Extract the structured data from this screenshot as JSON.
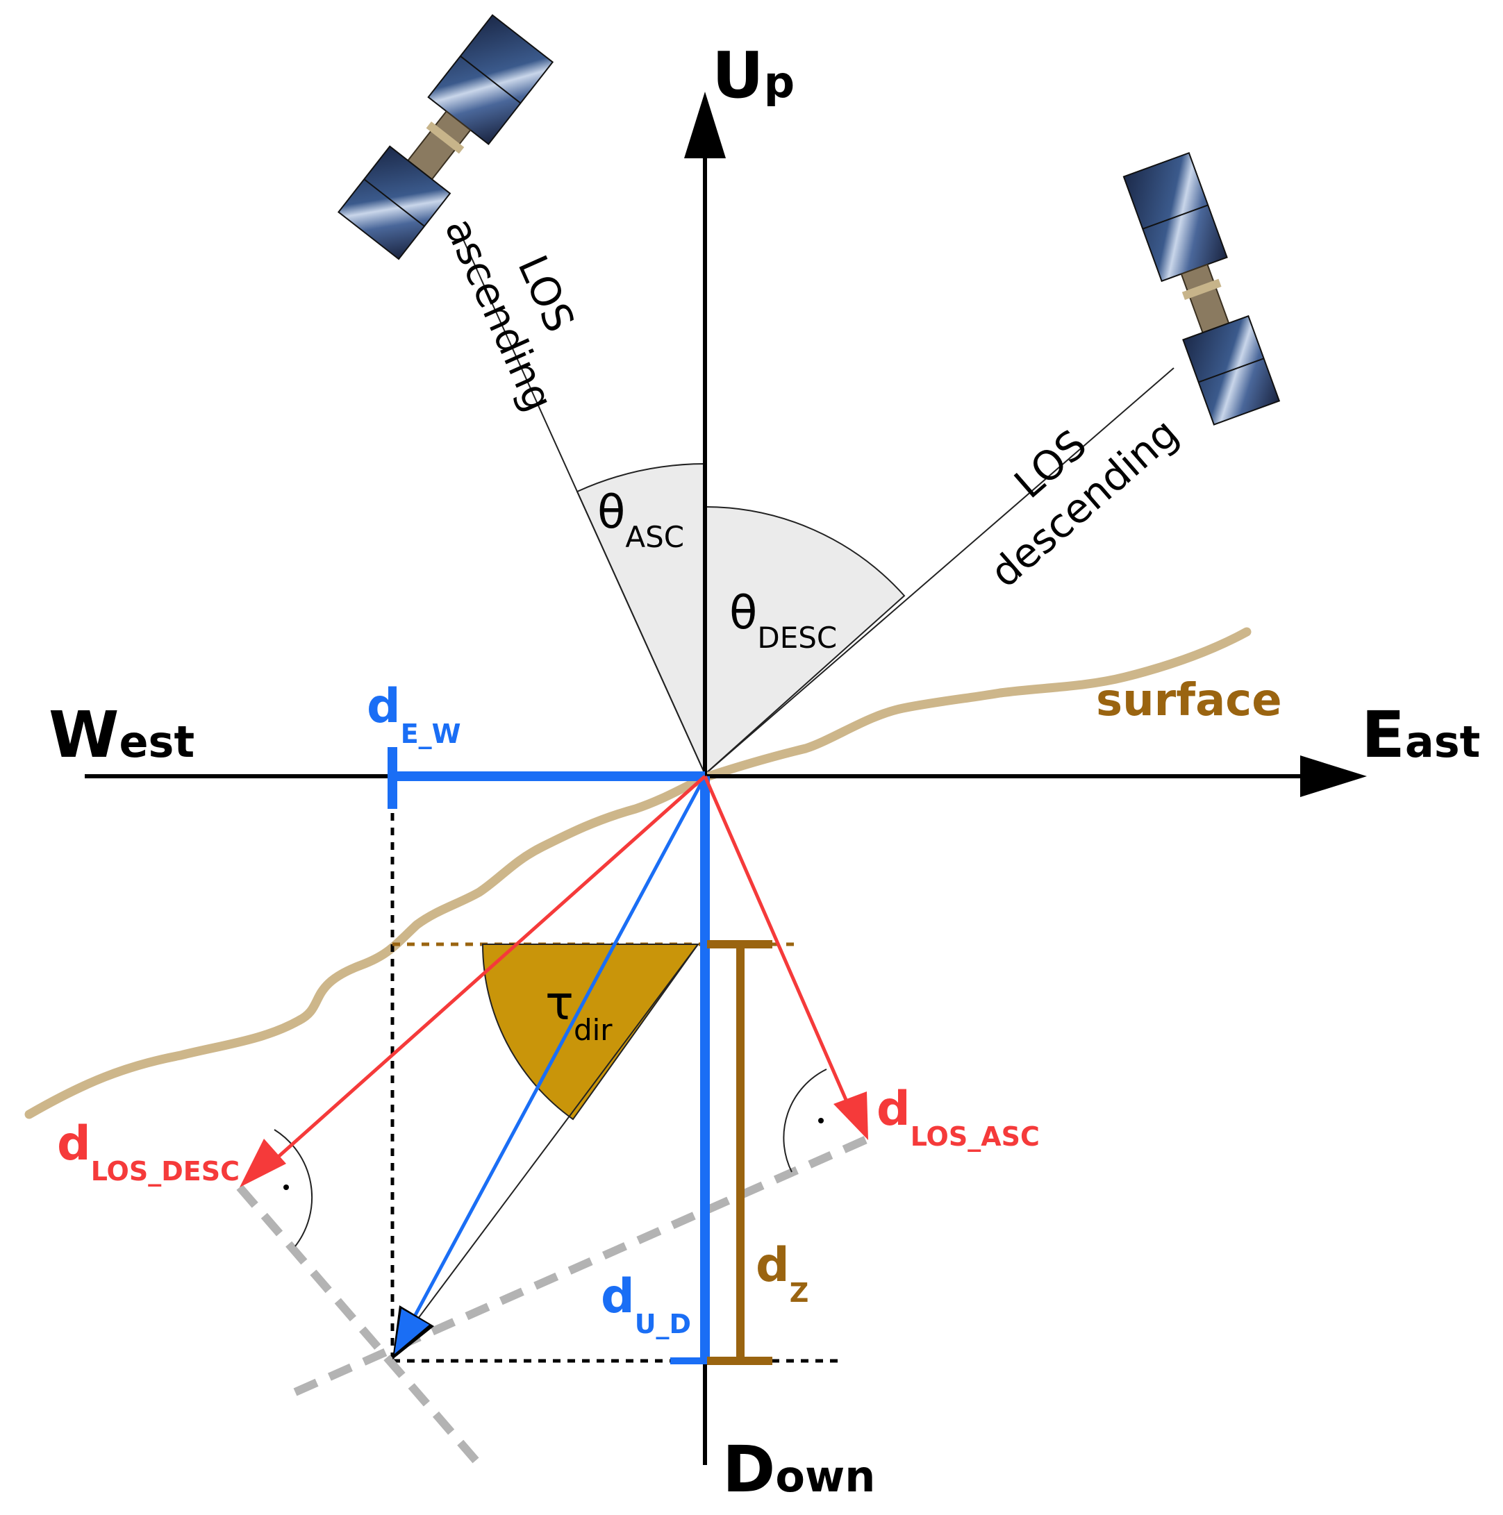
{
  "axes": {
    "up": {
      "big": "U",
      "small": "p"
    },
    "down": {
      "big": "D",
      "small": "own"
    },
    "west": {
      "big": "W",
      "small": "est"
    },
    "east": {
      "big": "E",
      "small": "ast"
    }
  },
  "los": {
    "asc_line1": "LOS",
    "asc_line2": "ascending",
    "desc_line1": "LOS",
    "desc_line2": "descending"
  },
  "angles": {
    "theta_asc": {
      "symbol": "θ",
      "sub": "ASC"
    },
    "theta_desc": {
      "symbol": "θ",
      "sub": "DESC"
    },
    "tau": {
      "symbol": "τ",
      "sub": "dir"
    }
  },
  "labels": {
    "surface": "surface",
    "d_ew": {
      "main": "d",
      "sub": "E_W"
    },
    "d_ud": {
      "main": "d",
      "sub": "U_D"
    },
    "d_z": {
      "main": "d",
      "sub": "Z"
    },
    "d_los_asc": {
      "main": "d",
      "sub": "LOS_ASC"
    },
    "d_los_desc": {
      "main": "d",
      "sub": "LOS_DESC"
    }
  },
  "colors": {
    "blue": "#1a6ef5",
    "red": "#f53a3a",
    "brown": "#9a6410",
    "surface": "#cdb68a",
    "tau_fill": "#c9950a",
    "gray": "#b3b3b3",
    "sector_fill": "#ebebeb"
  },
  "icons": [
    "satellite-ascending-icon",
    "satellite-descending-icon"
  ]
}
